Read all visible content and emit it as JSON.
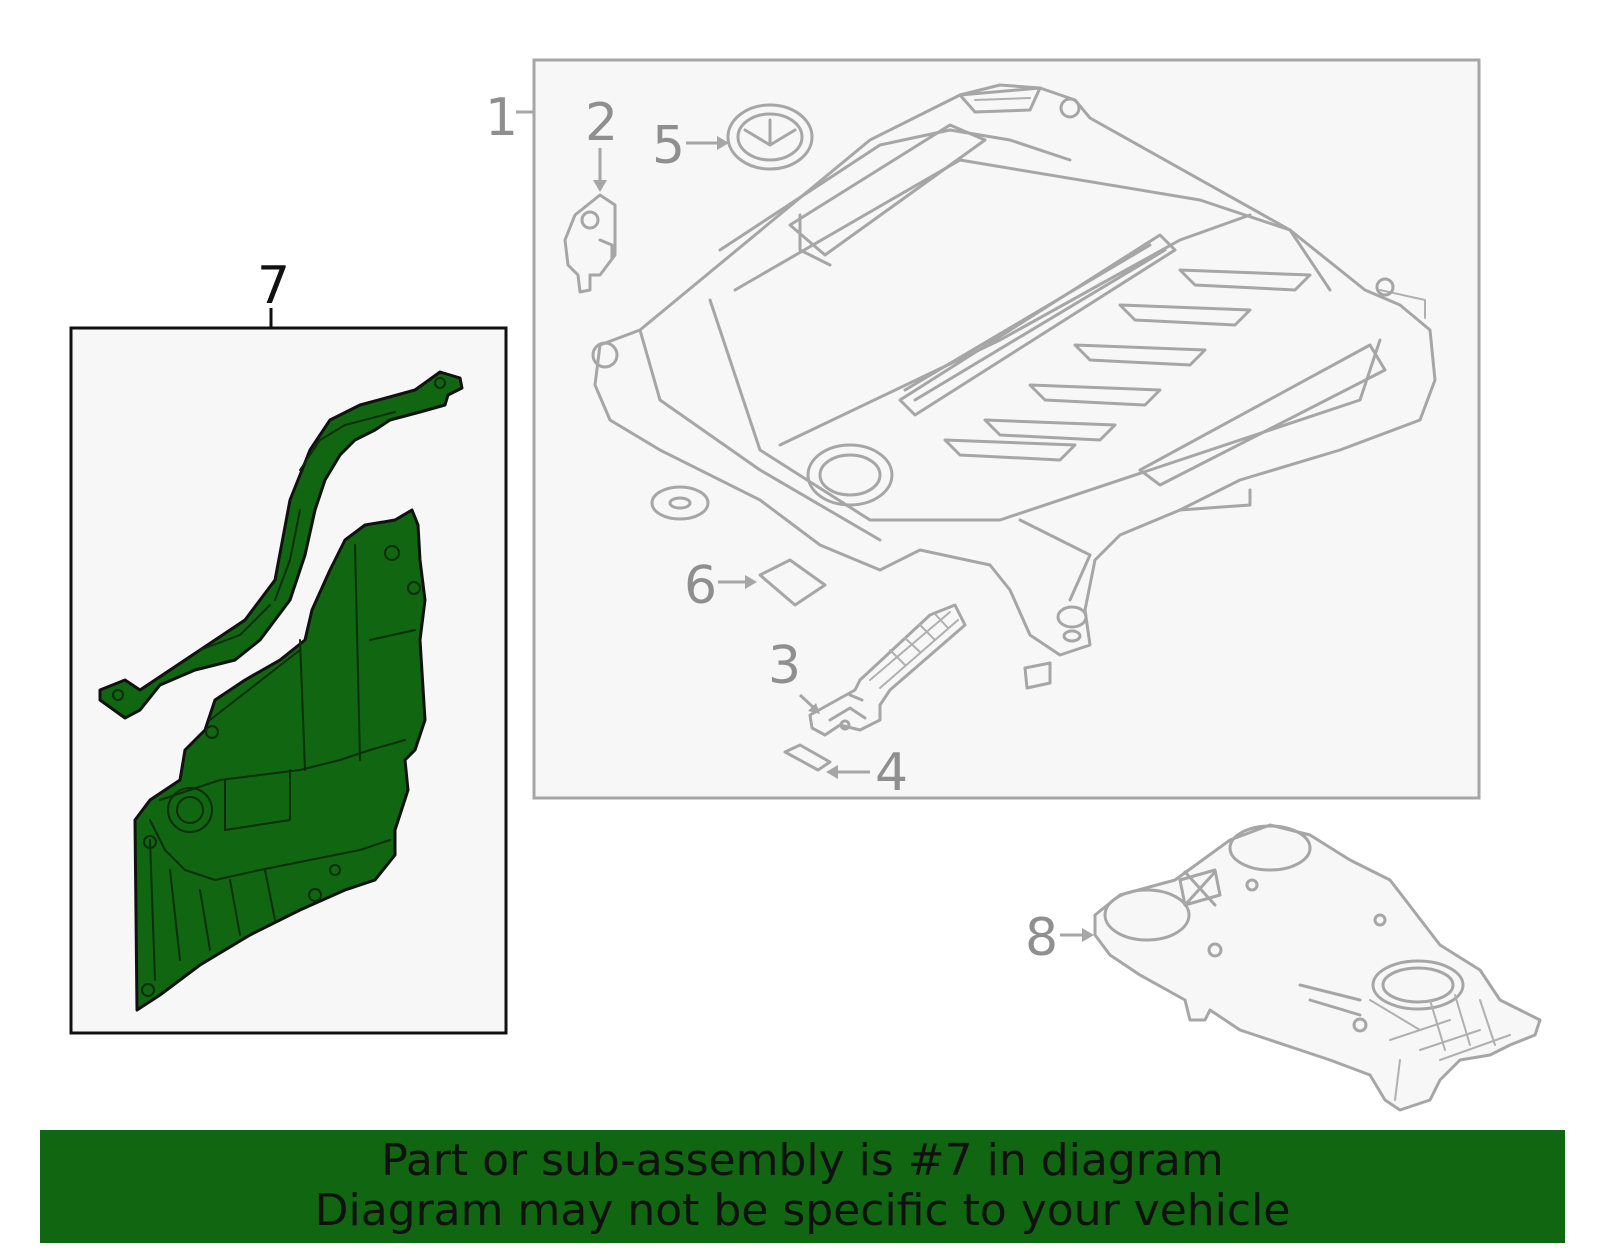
{
  "callouts": {
    "c1": "1",
    "c2": "2",
    "c3": "3",
    "c4": "4",
    "c5": "5",
    "c6": "6",
    "c7": "7",
    "c8": "8"
  },
  "colors": {
    "highlight_fill": "#116611",
    "outline_gray": "#a6a6a6",
    "banner_bg": "#116611",
    "box_bg": "#f7f7f7"
  },
  "banner": {
    "line1": "Part or sub-assembly is #7 in diagram",
    "line2": "Diagram may not be specific to your vehicle"
  }
}
